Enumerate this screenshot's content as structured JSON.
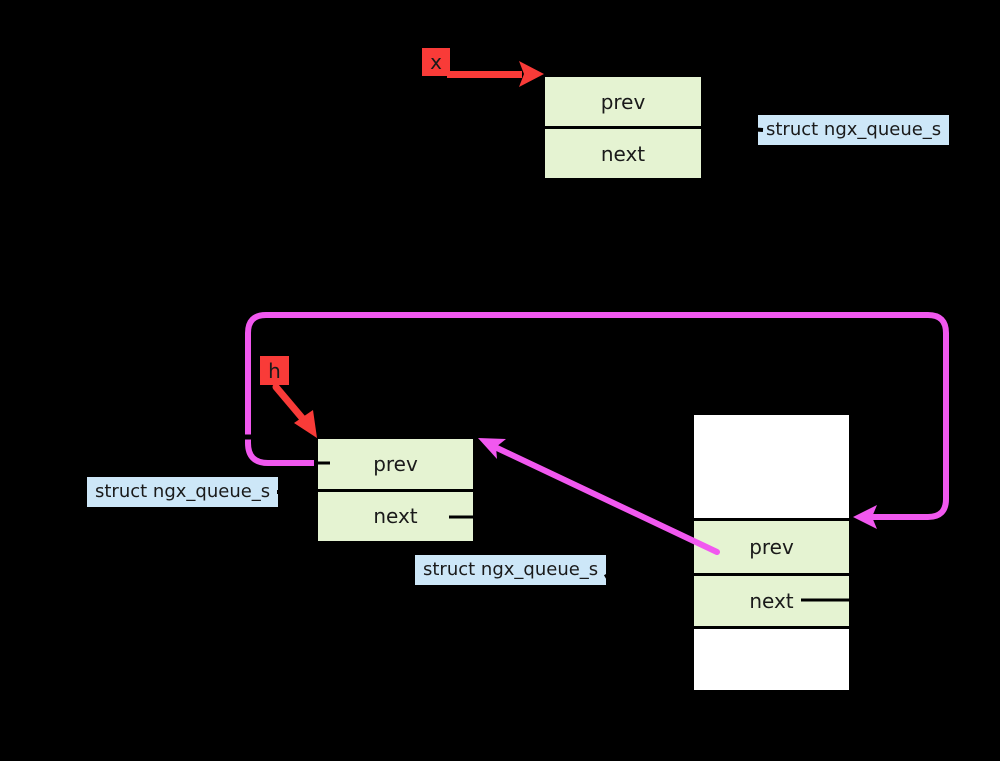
{
  "colors": {
    "background": "#000000",
    "node_fill": "#e5f3d2",
    "node_border": "#000000",
    "label_bg": "#cde7f8",
    "pointer_red": "#f93b38",
    "link_magenta": "#f158ef",
    "text_ink": "#1a1a1a",
    "memory_white": "#ffffff"
  },
  "top": {
    "pointer_label": "x",
    "node": {
      "prev": "prev",
      "next": "next"
    },
    "struct_label": "struct ngx_queue_s"
  },
  "bottom": {
    "pointer_label": "h",
    "head_node": {
      "prev": "prev",
      "next": "next"
    },
    "head_struct_label": "struct ngx_queue_s",
    "mid_struct_label": "struct ngx_queue_s",
    "tail_node": {
      "prev": "prev",
      "next": "next"
    }
  }
}
